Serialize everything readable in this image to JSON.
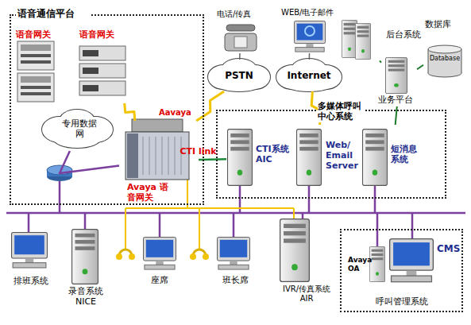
{
  "diagram": {
    "nodes": [
      {
        "text": [
          "语音通信平台"
        ]
      },
      {
        "text": [
          "语音网关"
        ],
        "in": 0
      },
      {
        "text": [
          "语音网关"
        ],
        "in": 0
      },
      {
        "text": [
          "专用数据网"
        ],
        "in": 0
      },
      {
        "text": [
          "Avaya 语音网关"
        ],
        "in": 0
      },
      {
        "text": [
          "电话/传真"
        ]
      },
      {
        "text": [
          "PSTN"
        ]
      },
      {
        "text": [
          "WEB/电子邮件"
        ]
      },
      {
        "text": [
          "Internet"
        ]
      },
      {
        "text": [
          "后台系统"
        ]
      },
      {
        "text": [
          "数据库",
          "Database"
        ]
      },
      {
        "text": [
          "业务平台"
        ]
      },
      {
        "text": [
          "多媒体呼叫中心系统"
        ]
      },
      {
        "text": [
          "CTI系统 AIC"
        ],
        "in": 12
      },
      {
        "text": [
          "Web/ Email Server"
        ],
        "in": 12
      },
      {
        "text": [
          "短消息系统"
        ],
        "in": 12
      },
      {
        "text": [
          "排班系统"
        ]
      },
      {
        "text": [
          "录音系统 NICE"
        ]
      },
      {
        "text": [
          "座席"
        ]
      },
      {
        "text": [
          "班长席"
        ]
      },
      {
        "text": [
          "IVR/传真系统 AIR"
        ]
      },
      {
        "text": [
          "呼叫管理系统"
        ]
      },
      {
        "text": [
          "Avaya OA"
        ],
        "in": 21
      },
      {
        "text": [
          "CMS"
        ],
        "in": 21
      }
    ],
    "edges": [
      {
        "from": 5,
        "to": 6,
        "arrow": "none"
      },
      {
        "from": 7,
        "to": 8,
        "arrow": "none"
      },
      {
        "from": 6,
        "to": 4,
        "arrow": "none"
      },
      {
        "from": 8,
        "to": 14,
        "arrow": "none"
      },
      {
        "from": 3,
        "to": 4,
        "arrow": "none"
      },
      {
        "from": 4,
        "to": 13,
        "label": "CTI link",
        "arrow": "none"
      },
      {
        "from": 9,
        "to": 11,
        "arrow": "none"
      },
      {
        "from": 10,
        "to": 11,
        "arrow": "none"
      },
      {
        "from": 11,
        "to": 15,
        "arrow": "none"
      },
      {
        "from": 2,
        "to": 4,
        "arrow": "none"
      }
    ],
    "labels": [
      "Aavaya"
    ]
  }
}
